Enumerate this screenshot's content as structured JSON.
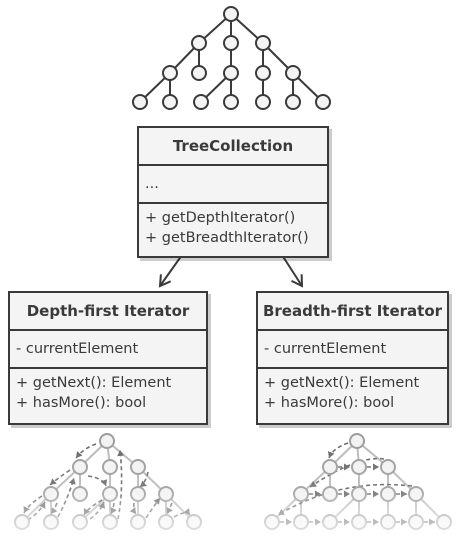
{
  "collection": {
    "title": "TreeCollection",
    "attribute": "...",
    "methods": [
      "+ getDepthIterator()",
      "+ getBreadthIterator()"
    ]
  },
  "depth_iterator": {
    "title": "Depth-first Iterator",
    "attribute": "- currentElement",
    "methods": [
      "+ getNext(): Element",
      "+ hasMore(): bool"
    ]
  },
  "breadth_iterator": {
    "title": "Breadth-first Iterator",
    "attribute": "- currentElement",
    "methods": [
      "+ getNext(): Element",
      "+ hasMore(): bool"
    ]
  },
  "colors": {
    "ink": "#3a3a3a",
    "box_fill": "#f4f4f4",
    "faded_ink": "#9a9a9a",
    "faded_node": "#f2f2f2"
  }
}
